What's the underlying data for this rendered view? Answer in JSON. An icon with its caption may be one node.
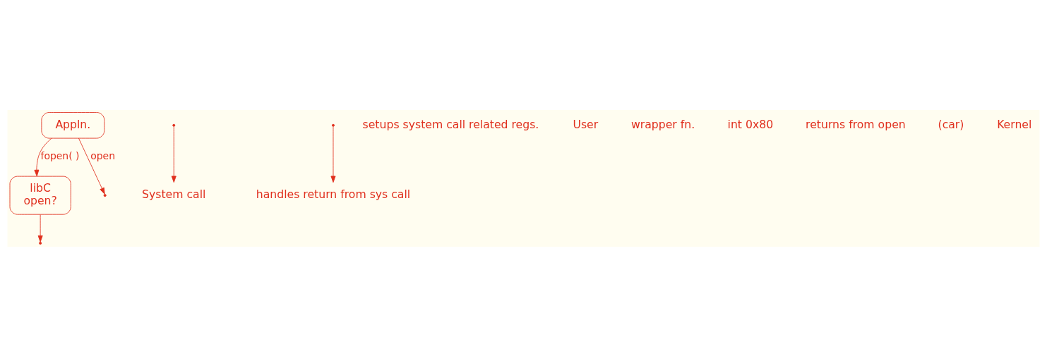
{
  "diagram": {
    "nodes": [
      {
        "text": [
          "Appln."
        ]
      },
      {
        "text": [
          "libC",
          "open?"
        ]
      },
      {
        "text": [
          "System call"
        ]
      },
      {
        "text": [
          "handles return from sys call"
        ]
      }
    ],
    "edges": [
      {
        "from": 0,
        "to": 1,
        "label": "fopen( )",
        "arrow": "to"
      },
      {
        "from": 0,
        "to": null,
        "label": "open",
        "arrow": "to"
      },
      {
        "from": 1,
        "to": null,
        "arrow": "to"
      },
      {
        "from": null,
        "to": 2,
        "arrow": "to"
      },
      {
        "from": null,
        "to": 3,
        "arrow": "to"
      }
    ],
    "labels": [
      "setups system call related regs.",
      "User",
      "wrapper fn.",
      "int 0x80",
      "returns from open",
      "(car)",
      "Kernel"
    ]
  }
}
